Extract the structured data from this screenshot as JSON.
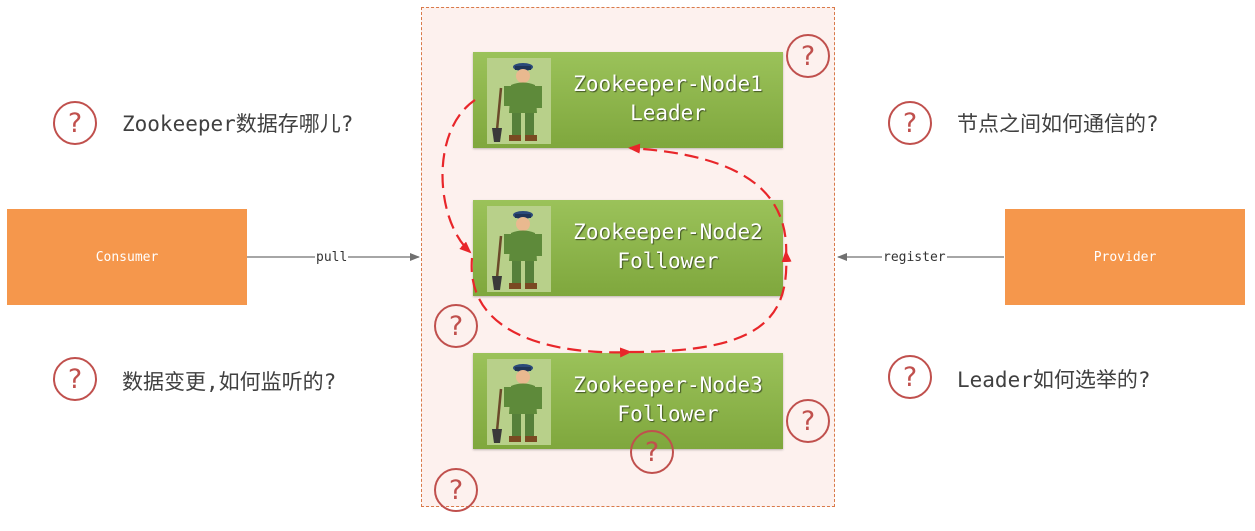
{
  "cluster": {
    "nodes": [
      {
        "name": "Zookeeper-Node1",
        "role": "Leader"
      },
      {
        "name": "Zookeeper-Node2",
        "role": "Follower"
      },
      {
        "name": "Zookeeper-Node3",
        "role": "Follower"
      }
    ]
  },
  "consumer": {
    "label": "Consumer",
    "edge_label": "pull"
  },
  "provider": {
    "label": "Provider",
    "edge_label": "register"
  },
  "questions": {
    "mark": "?",
    "storage": "Zookeeper数据存哪儿?",
    "communication": "节点之间如何通信的?",
    "watch": "数据变更,如何监听的?",
    "election": "Leader如何选举的?"
  },
  "colors": {
    "node_fill": "#8db04a",
    "client_box": "#f5974c",
    "question_mark": "#c0504d",
    "sync_arrow": "#e8262a",
    "cluster_border": "#d97a4a",
    "cluster_fill": "#fdf1ee"
  },
  "icons": {
    "node_avatar": "zookeeper-man-icon",
    "question": "question-circle-icon"
  }
}
